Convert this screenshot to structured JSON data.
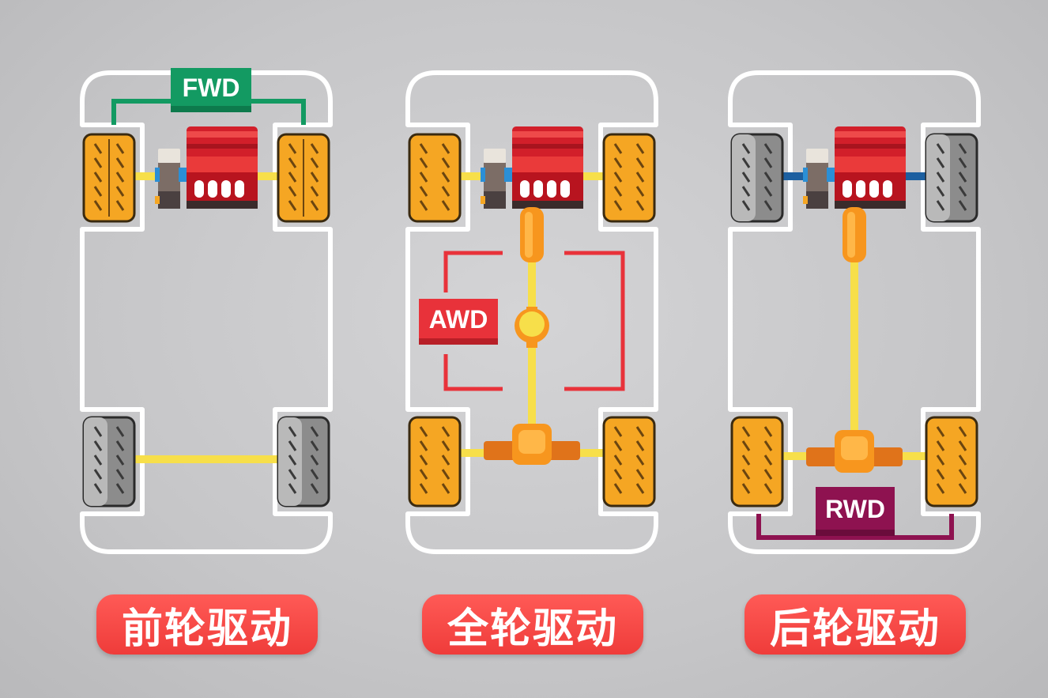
{
  "panels": [
    {
      "id": "fwd",
      "badge": "FWD",
      "caption": "前轮驱动",
      "badge_color": "#139a62",
      "driven": "front"
    },
    {
      "id": "awd",
      "badge": "AWD",
      "caption": "全轮驱动",
      "badge_color": "#e8323a",
      "driven": "all"
    },
    {
      "id": "rwd",
      "badge": "RWD",
      "caption": "后轮驱动",
      "badge_color": "#8e1250",
      "driven": "rear"
    }
  ],
  "colors": {
    "driven_tire": "#f5a623",
    "undriven_tire": "#8c8c8c",
    "engine": "#d21f2a",
    "shaft": "#f7df4a",
    "differential": "#f7961e",
    "caption_bg": "#f0403c"
  }
}
